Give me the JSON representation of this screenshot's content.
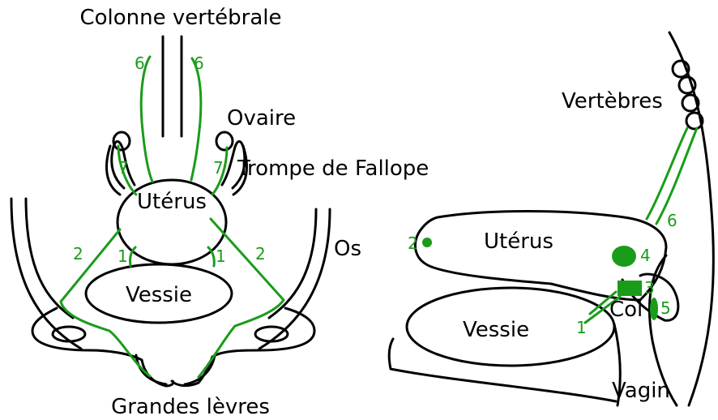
{
  "accent_color": "#1a9c1a",
  "outline_color": "#000000",
  "front_view": {
    "labels": {
      "spine": "Colonne vertébrale",
      "ovary": "Ovaire",
      "fallopian_tube": "Trompe de Fallope",
      "uterus": "Utérus",
      "bone": "Os",
      "bladder": "Vessie",
      "labia": "Grandes lèvres"
    },
    "numbers": {
      "spine_left": "6",
      "spine_right": "6",
      "tube_left": "7",
      "tube_right": "7",
      "inner_left": "1",
      "inner_right": "1",
      "outer_left": "2",
      "outer_right": "2"
    }
  },
  "side_view": {
    "labels": {
      "vertebrae": "Vertèbres",
      "uterus": "Utérus",
      "bladder": "Vessie",
      "cervix": "Col",
      "vagina": "Vagin"
    },
    "numbers": {
      "n1": "1",
      "n2": "2",
      "n3": "3",
      "n4": "4",
      "n5": "5",
      "n6": "6"
    }
  }
}
